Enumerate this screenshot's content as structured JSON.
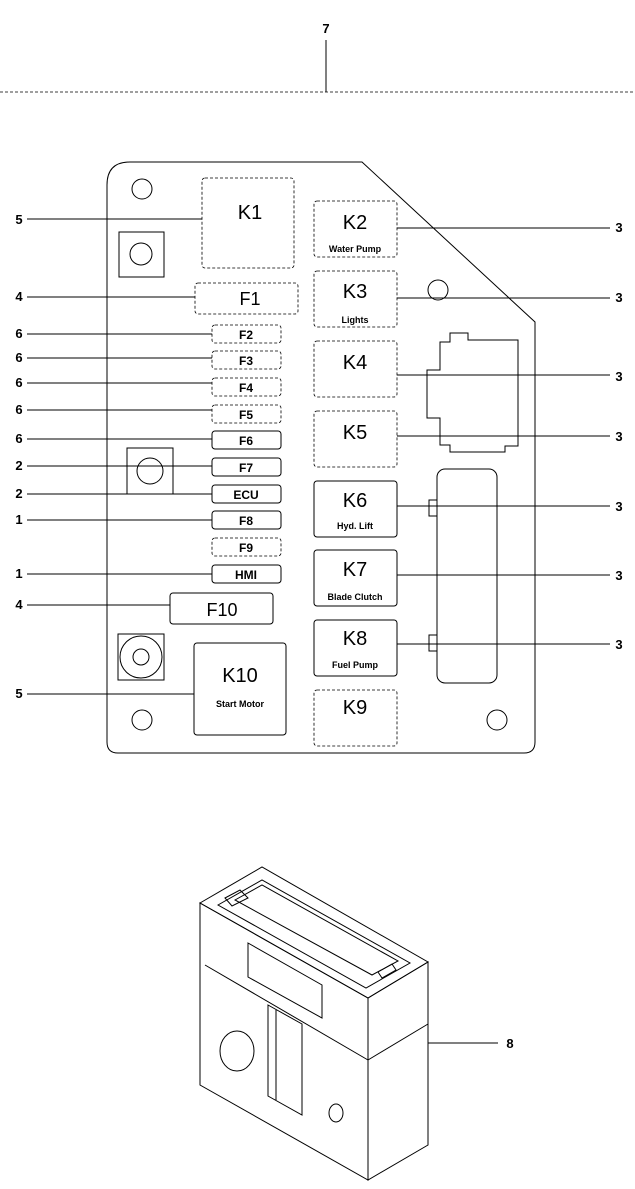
{
  "top_callout": "7",
  "relays": {
    "k1": {
      "label": "K1",
      "sub": ""
    },
    "k2": {
      "label": "K2",
      "sub": "Water Pump"
    },
    "k3": {
      "label": "K3",
      "sub": "Lights"
    },
    "k4": {
      "label": "K4",
      "sub": ""
    },
    "k5": {
      "label": "K5",
      "sub": ""
    },
    "k6": {
      "label": "K6",
      "sub": "Hyd. Lift"
    },
    "k7": {
      "label": "K7",
      "sub": "Blade Clutch"
    },
    "k8": {
      "label": "K8",
      "sub": "Fuel Pump"
    },
    "k9": {
      "label": "K9",
      "sub": ""
    },
    "k10": {
      "label": "K10",
      "sub": "Start Motor"
    }
  },
  "fuses": {
    "f1": "F1",
    "f2": "F2",
    "f3": "F3",
    "f4": "F4",
    "f5": "F5",
    "f6": "F6",
    "f7": "F7",
    "ecu": "ECU",
    "f8": "F8",
    "f9": "F9",
    "hmi": "HMI",
    "f10": "F10"
  },
  "left_callouts": [
    "5",
    "4",
    "6",
    "6",
    "6",
    "6",
    "6",
    "2",
    "2",
    "1",
    "1",
    "4",
    "5"
  ],
  "right_callouts": [
    "3",
    "3",
    "3",
    "3",
    "3",
    "3",
    "3"
  ],
  "bottom_callout": "8"
}
